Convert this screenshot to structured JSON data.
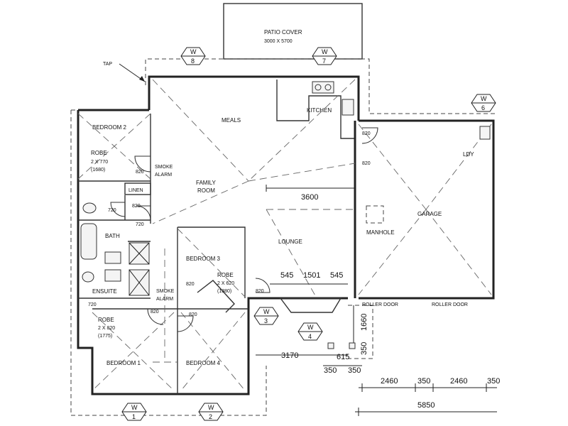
{
  "rooms": {
    "patio_cover": "PATIO COVER",
    "patio_size": "3000 X 5700",
    "tap": "TAP",
    "meals": "MEALS",
    "kitchen": "KITCHEN",
    "bedroom2": "BEDROOM 2",
    "robe2": "ROBE",
    "robe2_size1": "2 X 770",
    "robe2_size2": "(1680)",
    "smoke1a": "SMOKE",
    "smoke1b": "ALARM",
    "family_a": "FAMILY",
    "family_b": "ROOM",
    "linen": "LINEN",
    "bath": "BATH",
    "bedroom3": "BEDROOM 3",
    "robe3": "ROBE",
    "robe3_size1": "2 X 620",
    "robe3_size2": "(1380)",
    "ensuite": "ENSUITE",
    "smoke2a": "SMOKE",
    "smoke2b": "ALARM",
    "lounge": "LOUNGE",
    "garage": "GARAGE",
    "manhole": "MANHOLE",
    "ldy": "LDY",
    "robe1": "ROBE",
    "robe1_size1": "2 X 820",
    "robe1_size2": "(1775)",
    "bedroom1": "BEDROOM 1",
    "bedroom4": "BEDROOM 4",
    "roller_door_1": "ROLLER DOOR",
    "roller_door_2": "ROLLER DOOR"
  },
  "doors": {
    "d820_bed2": "820",
    "d820_wc": "820",
    "d720_wc": "720",
    "d720_bath": "720",
    "d720_ens": "720",
    "d820_bed3": "820",
    "d820_lounge": "820",
    "d820_bed1": "820",
    "d820_bed4": "820",
    "d820_garage": "820",
    "d820_ldy": "820"
  },
  "dimensions": {
    "d3600": "3600",
    "d545a": "545",
    "d1501": "1501",
    "d545b": "545",
    "d1660": "1660",
    "d350v": "350",
    "d3170": "3170",
    "d615": "615",
    "d350a": "350",
    "d350b": "350",
    "d2460a": "2460",
    "d350c": "350",
    "d2460b": "2460",
    "d350d": "350",
    "d5850": "5850"
  },
  "windows": {
    "w8_top": "W",
    "w8_bot": "8",
    "w7_top": "W",
    "w7_bot": "7",
    "w6_top": "W",
    "w6_bot": "6",
    "w3_top": "W",
    "w3_bot": "3",
    "w4_top": "W",
    "w4_bot": "4",
    "w1_top": "W",
    "w1_bot": "1",
    "w2_top": "W",
    "w2_bot": "2"
  }
}
